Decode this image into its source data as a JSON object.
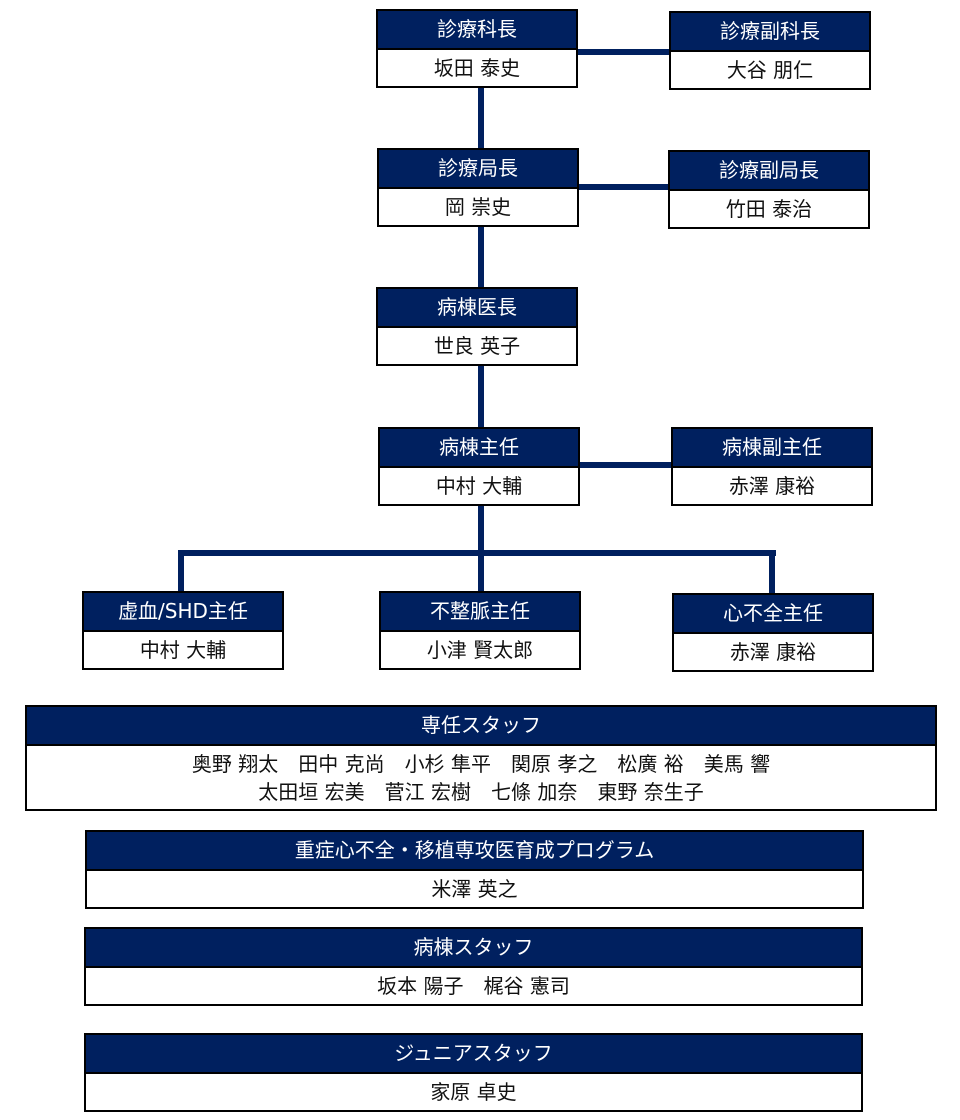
{
  "colors": {
    "header": "#00205f",
    "line": "#00205f"
  },
  "nodes": {
    "chief": {
      "title": "診療科長",
      "name": "坂田 泰史"
    },
    "vice_chief": {
      "title": "診療副科長",
      "name": "大谷 朋仁"
    },
    "director": {
      "title": "診療局長",
      "name": "岡 崇史"
    },
    "vice_director": {
      "title": "診療副局長",
      "name": "竹田 泰治"
    },
    "ward_head": {
      "title": "病棟医長",
      "name": "世良 英子"
    },
    "ward_lead": {
      "title": "病棟主任",
      "name": "中村 大輔"
    },
    "ward_vice_lead": {
      "title": "病棟副主任",
      "name": "赤澤 康裕"
    },
    "ischemia_lead": {
      "title": "虚血/SHD主任",
      "name": "中村 大輔"
    },
    "arrhythmia_lead": {
      "title": "不整脈主任",
      "name": "小津 賢太郎"
    },
    "hf_lead": {
      "title": "心不全主任",
      "name": "赤澤 康裕"
    }
  },
  "groups": {
    "dedicated": {
      "title": "専任スタッフ",
      "line1": "奥野 翔太　田中 克尚　小杉 隼平　関原 孝之　松廣 裕　美馬 響",
      "line2": "太田垣 宏美　菅江 宏樹　七條 加奈　東野 奈生子"
    },
    "program": {
      "title": "重症心不全・移植専攻医育成プログラム",
      "line1": "米澤 英之"
    },
    "ward_staff": {
      "title": "病棟スタッフ",
      "line1": "坂本 陽子　梶谷 憲司"
    },
    "junior": {
      "title": "ジュニアスタッフ",
      "line1": "家原 卓史"
    }
  }
}
